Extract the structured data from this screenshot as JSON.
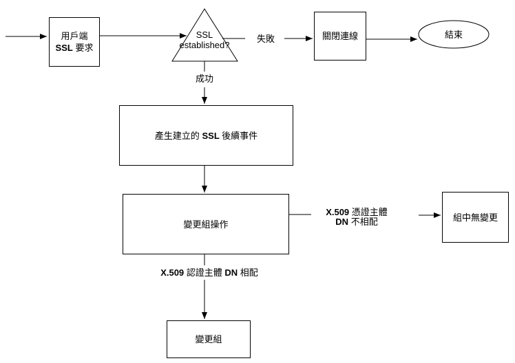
{
  "nodes": {
    "client_request": {
      "line1": "用戶端",
      "latin": "SSL",
      "rest": " 要求"
    },
    "decision": {
      "line1": "SSL",
      "line2": "established?"
    },
    "close_connection": {
      "label": "關閉連線"
    },
    "end_node": {
      "label": "結束"
    },
    "generate_events": {
      "pre": "產生建立的",
      "latin": " SSL ",
      "post": "後續事件"
    },
    "change_group_ops": {
      "label": "變更組操作"
    },
    "no_change": {
      "label": "組中無變更"
    },
    "change_group": {
      "label": "變更組"
    }
  },
  "edge_labels": {
    "fail": "失敗",
    "success": "成功",
    "mismatch_l1_latin": "X.509",
    "mismatch_l1_rest": " 憑證主體",
    "mismatch_l2_latin": "DN",
    "mismatch_l2_rest": " 不相配",
    "match_p1": "X.509",
    "match_p2": " 認證主體 ",
    "match_p3": "DN",
    "match_p4": " 相配"
  },
  "colors": {
    "line": "#000000",
    "background": "#ffffff",
    "text": "#000000"
  }
}
